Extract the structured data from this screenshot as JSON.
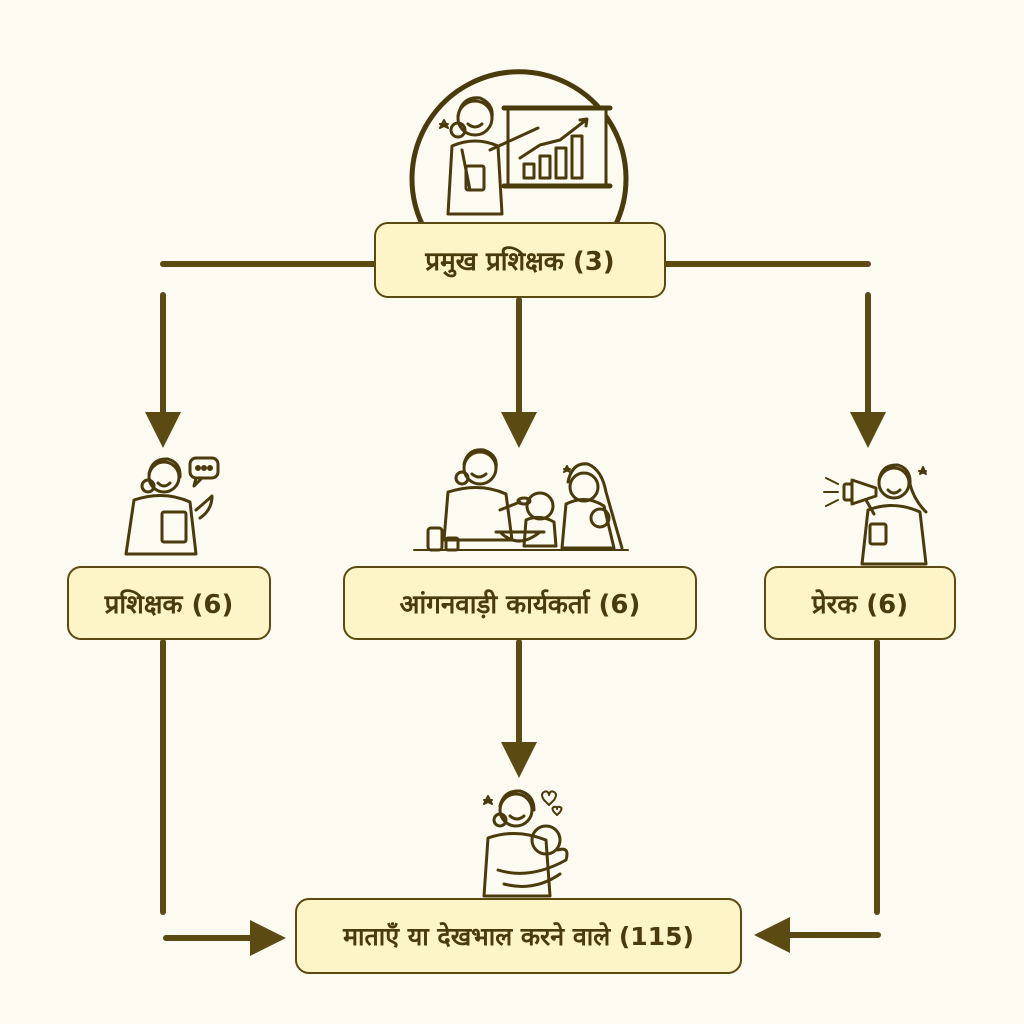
{
  "colors": {
    "background": "#fdfbf1",
    "box_fill": "#fdf4c8",
    "line": "#5b4a12",
    "text": "#4a3b0c"
  },
  "nodes": {
    "lead": {
      "label": "प्रमुख प्रशिक्षक (3)",
      "icon": "woman-presenting-chart-icon"
    },
    "trainer": {
      "label": "प्रशिक्षक (6)",
      "icon": "woman-teaching-speech-bubble-icon"
    },
    "aww": {
      "label": "आंगनवाड़ी कार्यकर्ता (6)",
      "icon": "woman-feeding-child-icon"
    },
    "motivator": {
      "label": "प्रेरक (6)",
      "icon": "woman-megaphone-icon"
    },
    "mothers": {
      "label": "माताएँ या देखभाल करने वाले (115)",
      "icon": "mother-holding-baby-icon"
    }
  },
  "edges": [
    {
      "from": "lead",
      "to": "trainer"
    },
    {
      "from": "lead",
      "to": "aww"
    },
    {
      "from": "lead",
      "to": "motivator"
    },
    {
      "from": "trainer",
      "to": "mothers"
    },
    {
      "from": "aww",
      "to": "mothers"
    },
    {
      "from": "motivator",
      "to": "mothers"
    }
  ]
}
